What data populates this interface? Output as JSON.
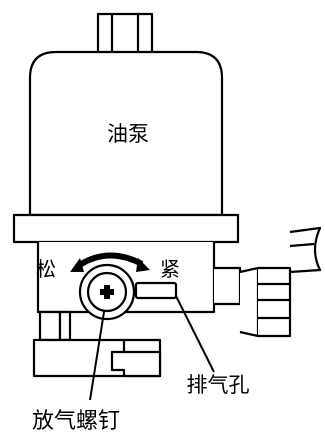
{
  "labels": {
    "pump": "油泵",
    "loosen": "松",
    "tighten": "紧",
    "vent_hole": "排气孔",
    "bleed_screw": "放气螺钉"
  },
  "colors": {
    "stroke": "#000000",
    "fill": "#ffffff"
  }
}
